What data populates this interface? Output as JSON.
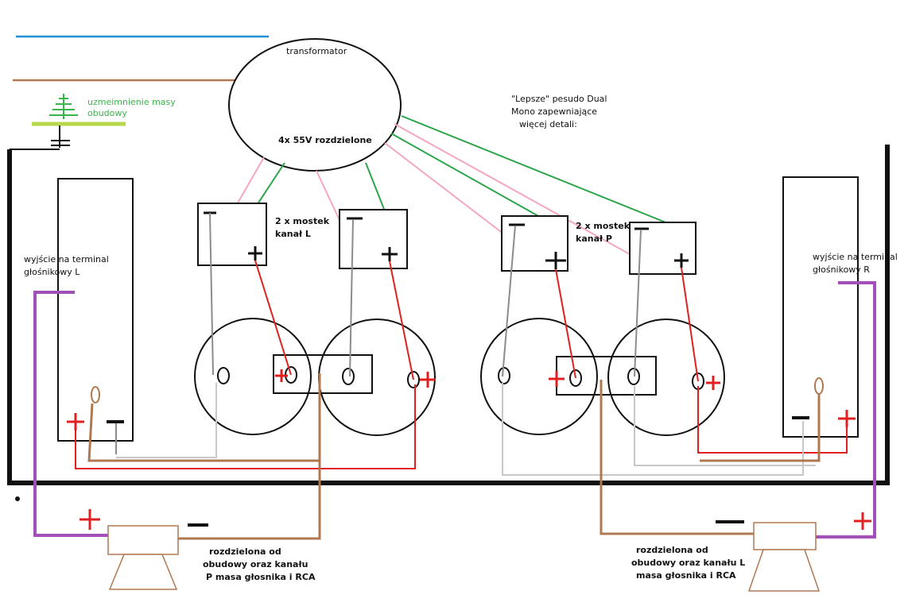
{
  "colors": {
    "wire_blue": "#1e90d6",
    "wire_brown": "#b07850",
    "wire_ground": "#b6d84a",
    "wire_green": "#2ca44a",
    "wire_pink": "#f4a6c4",
    "wire_red": "#e02020",
    "wire_gray": "#8c8c8c",
    "wire_lightgray": "#c8c8c8",
    "wire_purple": "#a24fb8",
    "outline": "#111111",
    "ground_label": "#3cb44b"
  },
  "labels": {
    "transformer": "transformator",
    "transformer_output": "4x 55V rozdzielone",
    "ground_note": [
      "uzmeimnienie masy",
      "obudowy"
    ],
    "dual_mono_note": [
      "\"Lepsze\" pesudo Dual",
      "Mono zapewniające",
      "więcej detali:"
    ],
    "bridge_left": [
      "2 x mostek",
      "kanał L"
    ],
    "bridge_right": [
      "2 x mostek",
      "kanał P"
    ],
    "terminal_left": [
      "wyjście na terminal",
      "głośnikowy L"
    ],
    "terminal_right": [
      "wyjście na terminal",
      "głośnikowy R"
    ],
    "note_left": [
      "rozdzielona od",
      "obudowy oraz kanału",
      "P masa głosnika i RCA"
    ],
    "note_right": [
      "rozdzielona od",
      "obudowy oraz kanału L",
      "masa głosnika i RCA"
    ],
    "plus": "+",
    "minus": "−"
  }
}
